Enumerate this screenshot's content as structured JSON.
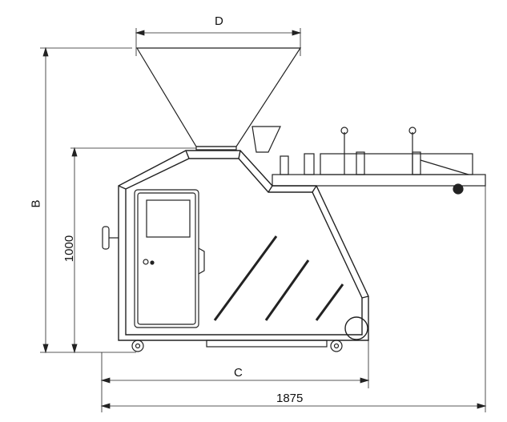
{
  "labels": {
    "hopper_width": "D",
    "total_height": "B",
    "body_height": "1000",
    "body_length": "C",
    "total_length": "1875"
  }
}
